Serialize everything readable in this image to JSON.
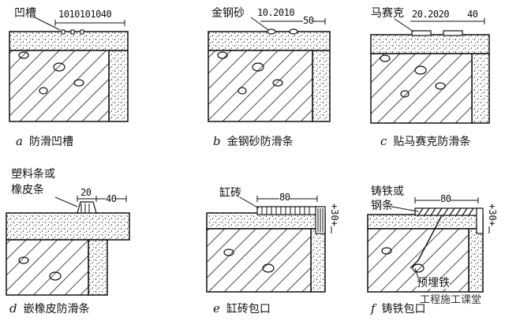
{
  "panels": {
    "a": {
      "letter": "a",
      "caption": "防滑凹槽",
      "label": "凹槽",
      "dims": "1010101040"
    },
    "b": {
      "letter": "b",
      "caption": "金钢砂防滑条",
      "label": "金钢砂",
      "dims": "10.2010",
      "dim_right": "50"
    },
    "c": {
      "letter": "c",
      "caption": "贴马赛克防滑条",
      "label": "马赛克",
      "dims": "20.2020",
      "dim_right": "40"
    },
    "d": {
      "letter": "d",
      "caption": "嵌橡皮防滑条",
      "label_line1": "塑料条或",
      "label_line2": "橡皮条",
      "dims": "20",
      "dim_right": "40"
    },
    "e": {
      "letter": "e",
      "caption": "缸砖包口",
      "label": "缸砖",
      "dims": "80",
      "dim_vertical": "+30+"
    },
    "f": {
      "letter": "f",
      "caption": "铸铁包口",
      "label_line1": "铸铁或",
      "label_line2": "钢条",
      "label_embed": "预埋铁",
      "dims": "80",
      "dim_vertical": "+30+"
    }
  },
  "watermark": "工程施工课堂"
}
